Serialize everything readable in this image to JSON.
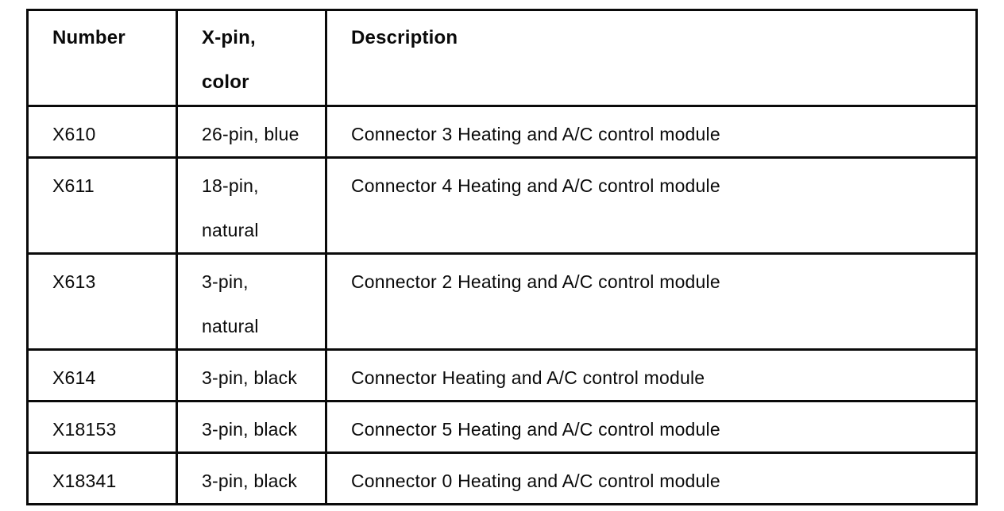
{
  "document": {
    "background": "#ffffff",
    "border_color": "#0a0a0a",
    "text_color": "#0a0a0a"
  },
  "table": {
    "headers": [
      {
        "label": "Number"
      },
      {
        "label": "X-pin,\ncolor"
      },
      {
        "label": "Description"
      }
    ],
    "rows": [
      {
        "number": "X610",
        "pin_color": "26-pin, blue",
        "description": "Connector 3 Heating and A/C control module"
      },
      {
        "number": "X611",
        "pin_color": "18-pin,\nnatural",
        "description": "Connector 4 Heating and A/C control module"
      },
      {
        "number": "X613",
        "pin_color": "3-pin,\nnatural",
        "description": "Connector 2 Heating and A/C control module"
      },
      {
        "number": "X614",
        "pin_color": "3-pin, black",
        "description": "Connector Heating and A/C control module"
      },
      {
        "number": "X18153",
        "pin_color": "3-pin, black",
        "description": "Connector 5 Heating and A/C control module"
      },
      {
        "number": "X18341",
        "pin_color": "3-pin, black",
        "description": "Connector 0 Heating and A/C control module"
      }
    ]
  }
}
